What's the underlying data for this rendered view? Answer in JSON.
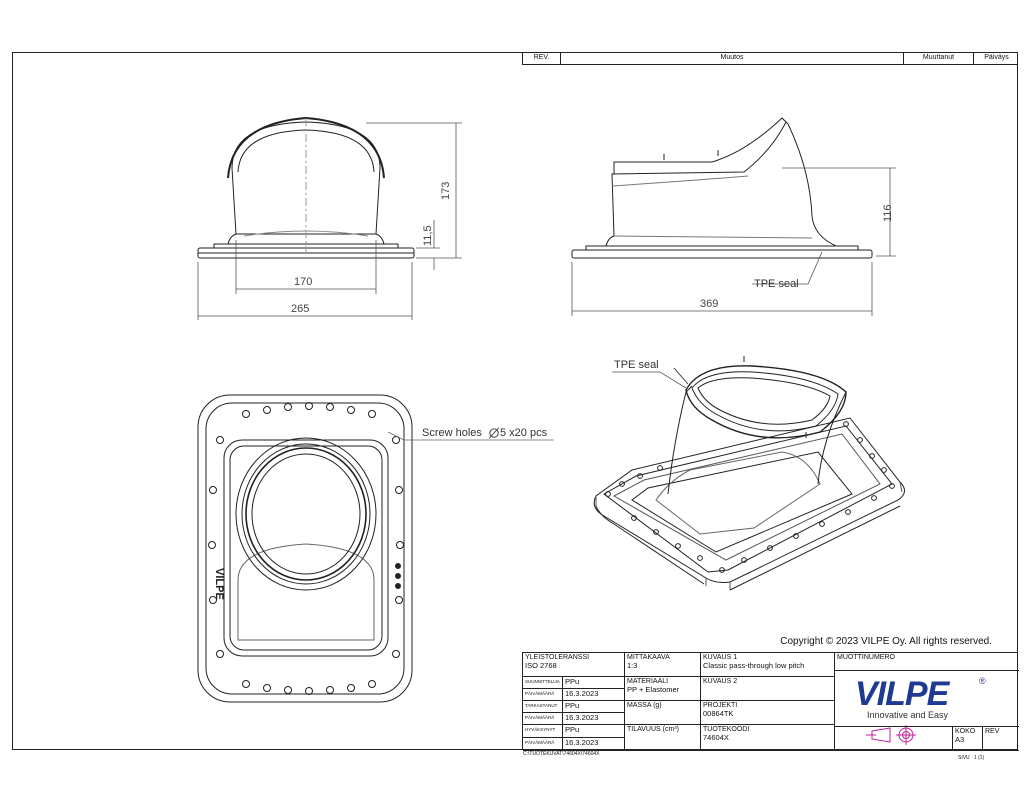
{
  "revision_table": {
    "rev": "REV.",
    "muutos": "Muutos",
    "muuttanut": "Muuttanut",
    "paivays": "Päiväys"
  },
  "views": {
    "front": {
      "height": "173",
      "flange_height": "11,5",
      "inner_width": "170",
      "outer_width": "265"
    },
    "side": {
      "height": "116",
      "length": "369",
      "seal_label": "TPE seal"
    },
    "iso": {
      "seal_label": "TPE seal"
    },
    "top": {
      "screw_note": "Screw holes",
      "screw_spec": "5 x20 pcs",
      "brand_mark": "VILPE"
    }
  },
  "copyright": "Copyright © 2023 VILPE Oy. All rights reserved.",
  "title_block": {
    "yleistoleranssi_label": "YLEISTOLERANSSI",
    "yleistoleranssi_value": "ISO 2768",
    "suunnittelija_label": "SUUNNITTELIJA",
    "suunnittelija_value": "PPu",
    "pvm1_label": "PÄIVÄMÄÄRÄ",
    "pvm1_value": "16.3.2023",
    "tarkastanut_label": "TARKASTANUT",
    "tarkastanut_value": "PPu",
    "pvm2_label": "PÄIVÄMÄÄRÄ",
    "pvm2_value": "16.3.2023",
    "hyvaksynyt_label": "HYVÄKSYNYT",
    "hyvaksynyt_value": "PPu",
    "pvm3_label": "PÄIVÄMÄÄRÄ",
    "pvm3_value": "16.3.2023",
    "mittakaava_label": "MITTAKAAVA",
    "mittakaava_value": "1:3",
    "materiaali_label": "MATERIAALI",
    "materiaali_value": "PP + Elastomer",
    "massa_label": "MASSA (g)",
    "tilavuus_label": "TILAVUUS (cm³)",
    "kuvaus1_label": "KUVAUS 1",
    "kuvaus1_value": "Classic pass-through low pitch",
    "kuvaus2_label": "KUVAUS 2",
    "projekti_label": "PROJEKTI",
    "projekti_value": "00864TK",
    "tuotekoodi_label": "TUOTEKOODI",
    "tuotekoodi_value": "74604X",
    "muottinumero_label": "MUOTTINUMERO",
    "logo_text": "VILPE",
    "logo_reg": "®",
    "tagline": "Innovative and Easy",
    "koko_label": "KOKO",
    "koko_value": "A3",
    "rev_label": "REV"
  },
  "file_path": "C:\\TUOTEKUVAT\\74604X\\74604X",
  "sivu_label": "SIVU",
  "sivu_value": "1 (1)",
  "colors": {
    "line": "#222222",
    "logo_blue": "#1f3a93",
    "logo_red": "#d0202e",
    "projection_magenta": "#c0209a"
  }
}
